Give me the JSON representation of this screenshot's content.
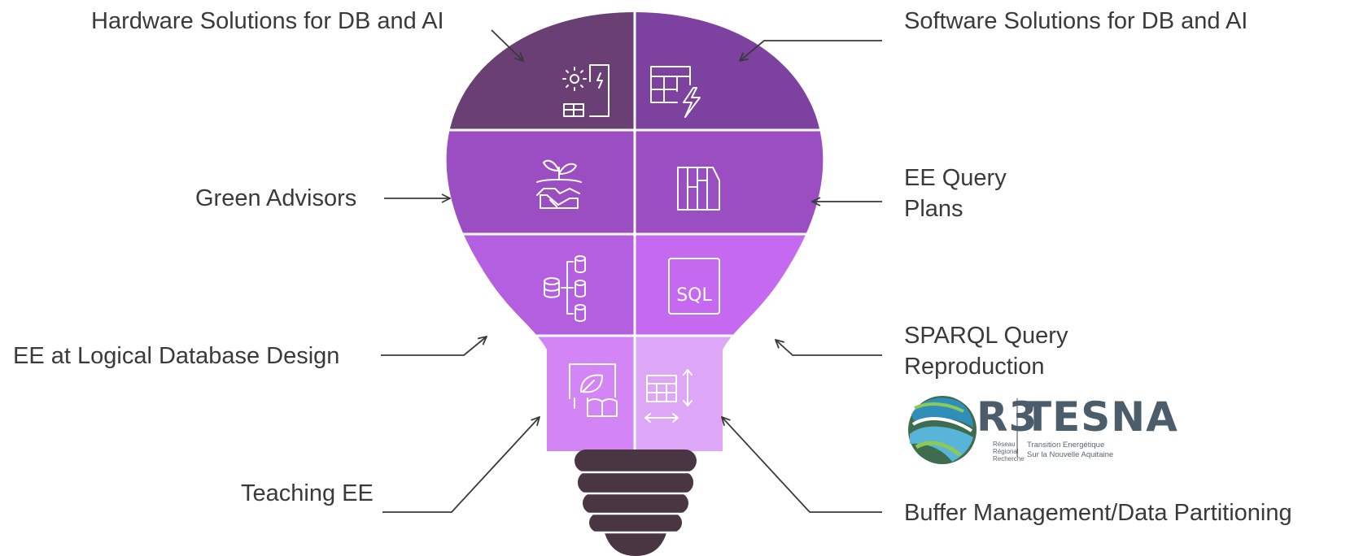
{
  "labels": {
    "hardware": "Hardware Solutions for DB and AI",
    "software": "Software Solutions for DB and AI",
    "green_advisors": "Green Advisors",
    "ee_query_plans": [
      "EE Query",
      "Plans"
    ],
    "ee_logical_design": "EE at Logical Database Design",
    "sparql": [
      "SPARQL Query",
      "Reproduction"
    ],
    "teaching": "Teaching EE",
    "buffer": "Buffer Management/Data Partitioning"
  },
  "logo": {
    "r3": "R3",
    "tesna": "TESNA",
    "reseau_lines": [
      "Réseau",
      "Régional",
      "Recherche"
    ],
    "tagline_lines": [
      "Transition Energétique",
      "Sur la Nouvelle Aquitaine"
    ]
  },
  "icons": {
    "sql_text": "SQL"
  },
  "colors": {
    "segment_1": "#6a3f73",
    "segment_2": "#7d41a0",
    "segment_3": "#9a4ec2",
    "segment_4": "#b35fe0",
    "segment_5": "#c56af0",
    "segment_6": "#d384f5",
    "segment_6_light": "#dda6f7",
    "base": "#4a3543",
    "label_text": "#3a3a3a",
    "arrow": "#3a3a3a"
  }
}
